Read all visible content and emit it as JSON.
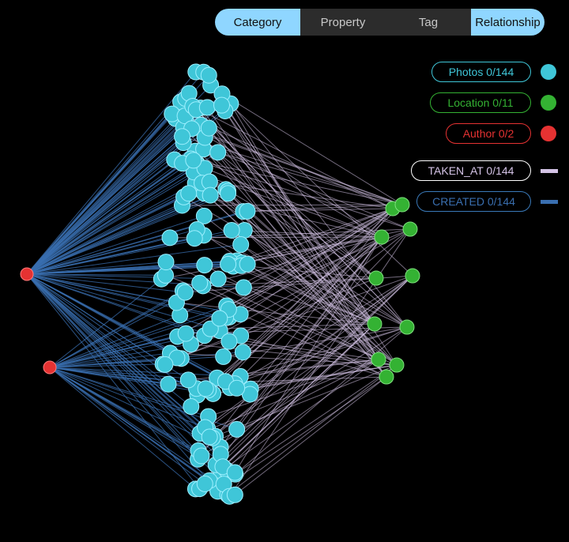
{
  "toggle": {
    "options": [
      {
        "label": "Category",
        "active": true
      },
      {
        "label": "Property",
        "active": false
      },
      {
        "label": "Tag",
        "active": false
      },
      {
        "label": "Relationship",
        "active": true
      }
    ]
  },
  "legend": {
    "nodes": [
      {
        "label": "Photos 0/144",
        "color": "#3fc6d8"
      },
      {
        "label": "Location 0/11",
        "color": "#34b233"
      },
      {
        "label": "Author 0/2",
        "color": "#e53232"
      }
    ],
    "edges": [
      {
        "label": "TAKEN_AT 0/144",
        "color": "#d4c3e6",
        "line_color": "#ffffff"
      },
      {
        "label": "CREATED 0/144",
        "color": "#3a6fb0",
        "line_color": "#3a79b8"
      }
    ]
  }
}
